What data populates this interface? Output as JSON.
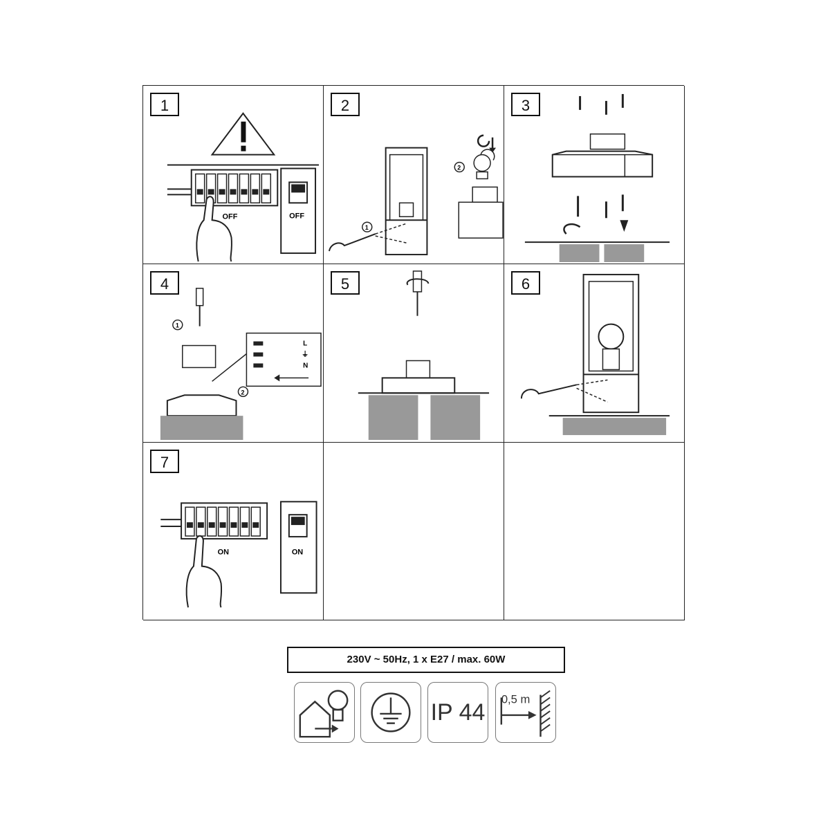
{
  "steps": [
    {
      "number": "1",
      "labels": [
        "OFF",
        "OFF"
      ]
    },
    {
      "number": "2",
      "callouts": [
        "1",
        "2"
      ]
    },
    {
      "number": "3"
    },
    {
      "number": "4",
      "callouts": [
        "1",
        "2"
      ],
      "terminals": [
        "L",
        "⏚",
        "N"
      ]
    },
    {
      "number": "5"
    },
    {
      "number": "6"
    },
    {
      "number": "7",
      "labels": [
        "ON",
        "ON"
      ]
    }
  ],
  "spec": "230V ~ 50Hz, 1 x E27 / max. 60W",
  "symbols": {
    "ip_rating": "IP 44",
    "distance": "0,5 m",
    "icons": [
      "replaceable-lamp-icon",
      "protective-earth-icon",
      "ip44-badge",
      "min-distance-icon"
    ]
  }
}
